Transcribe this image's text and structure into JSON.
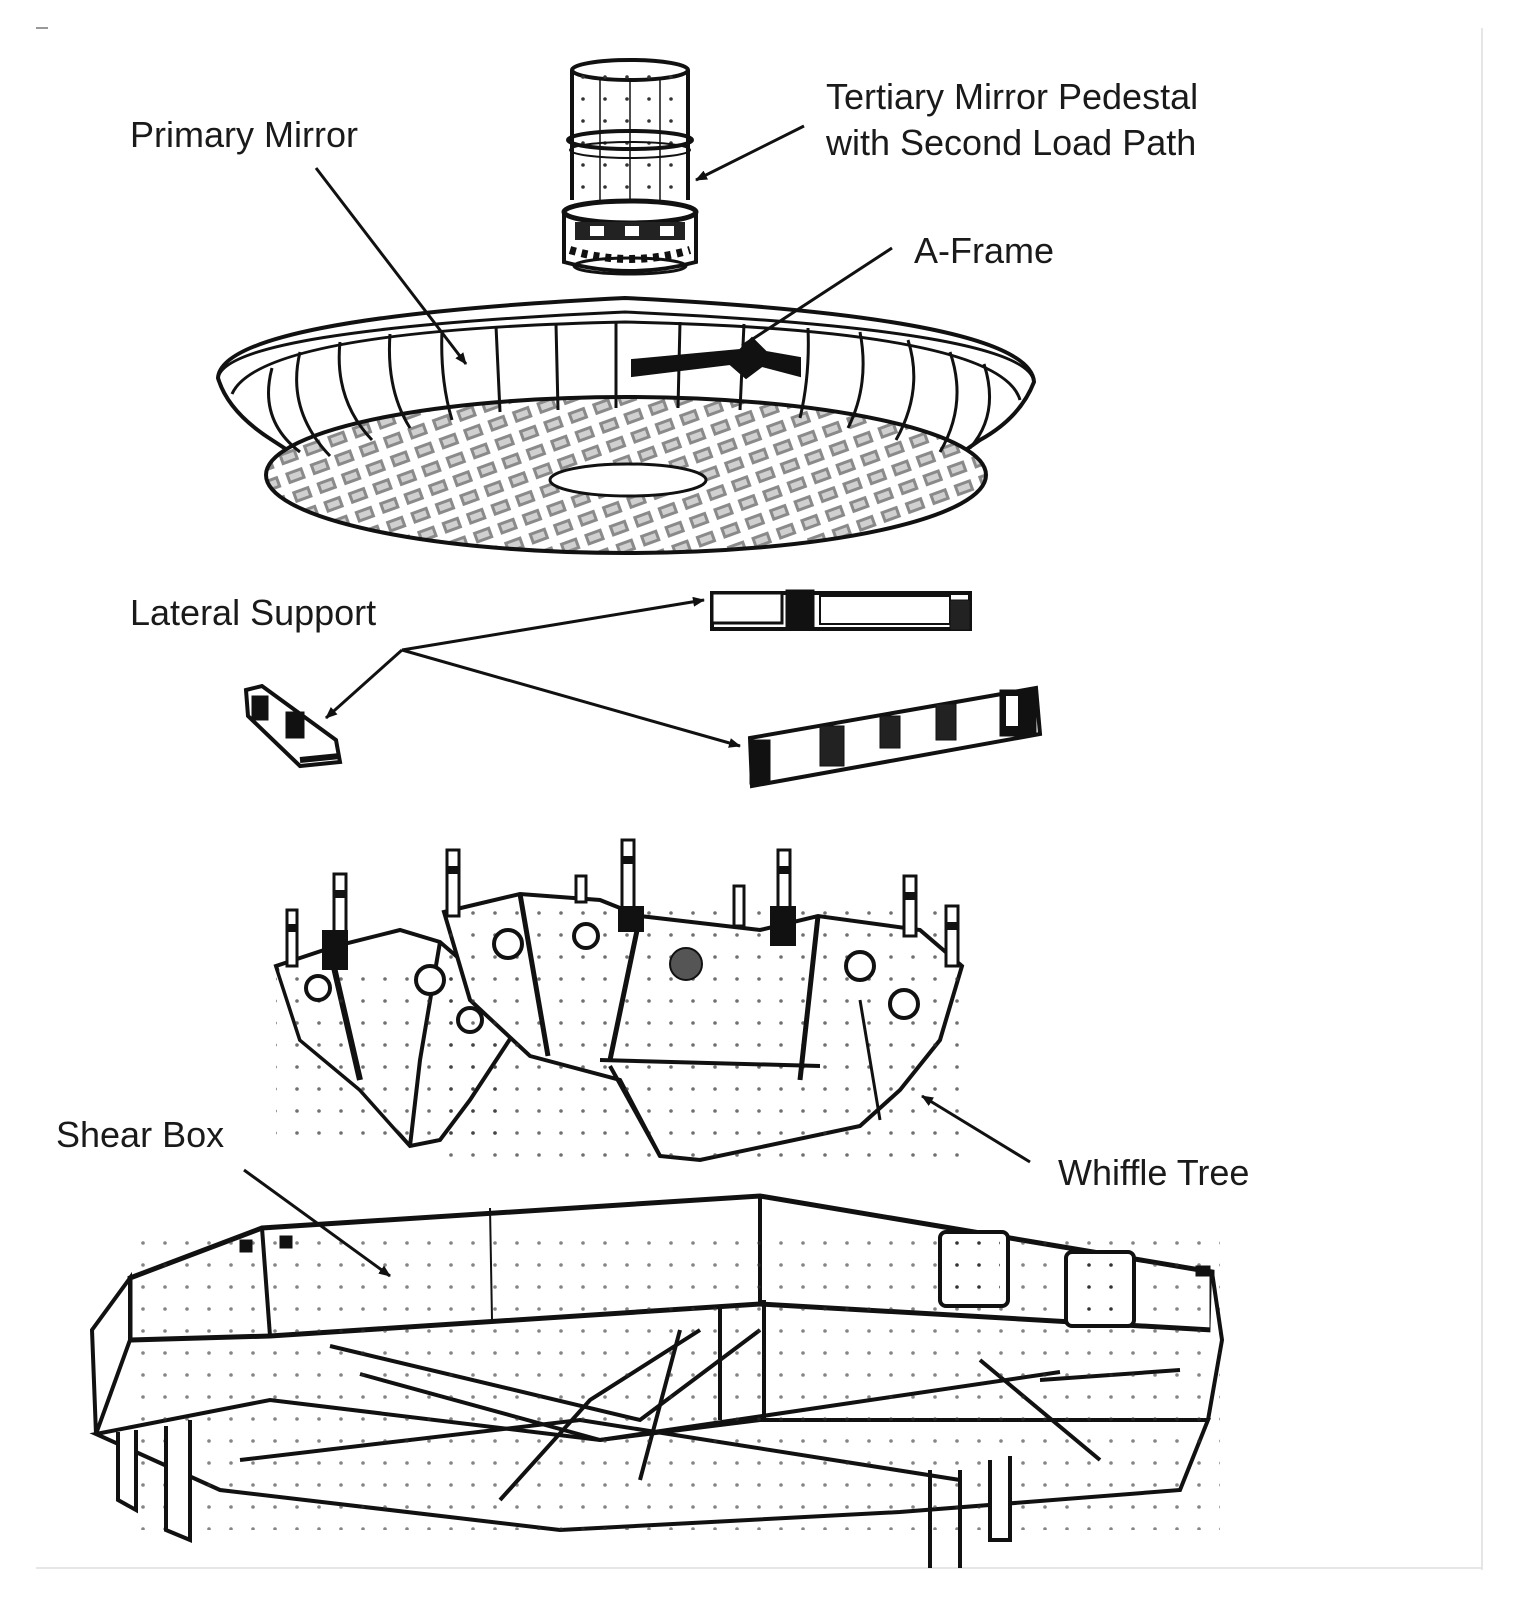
{
  "diagram": {
    "labels": {
      "tertiary_line1": "Tertiary Mirror Pedestal",
      "tertiary_line2": "with Second Load Path",
      "primary_mirror": "Primary Mirror",
      "a_frame": "A-Frame",
      "lateral_support": "Lateral Support",
      "shear_box": "Shear Box",
      "whiffle_tree": "Whiffle Tree"
    }
  }
}
